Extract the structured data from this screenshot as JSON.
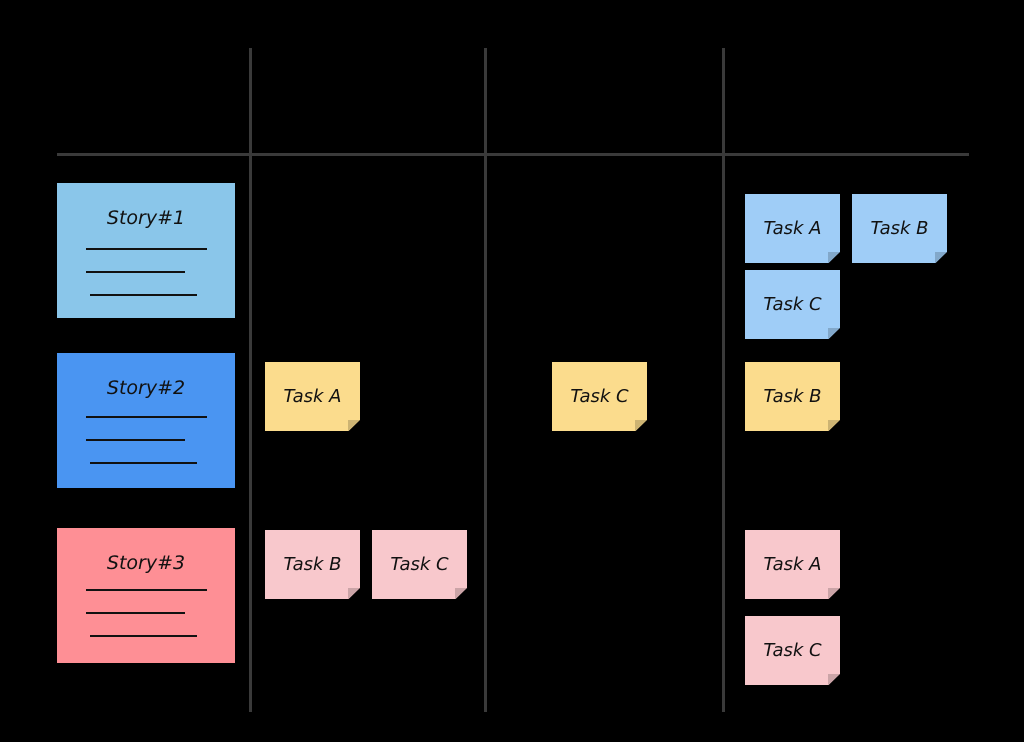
{
  "colors": {
    "background": "#000000",
    "grid_line": "#3a3a3a",
    "story_1": "#8ac6ea",
    "story_2": "#4a95f2",
    "story_3": "#fe8f95",
    "task_story_1": "#9fcdf7",
    "task_story_2": "#fbdc8d",
    "task_story_3": "#f8c8cc"
  },
  "stories": [
    {
      "title": "Story#1"
    },
    {
      "title": "Story#2"
    },
    {
      "title": "Story#3"
    }
  ],
  "tasks": {
    "story_1": [
      "Task A",
      "Task B",
      "Task C"
    ],
    "story_2": [
      "Task A",
      "Task C",
      "Task B"
    ],
    "story_3": [
      "Task B",
      "Task C",
      "Task A",
      "Task C"
    ]
  }
}
